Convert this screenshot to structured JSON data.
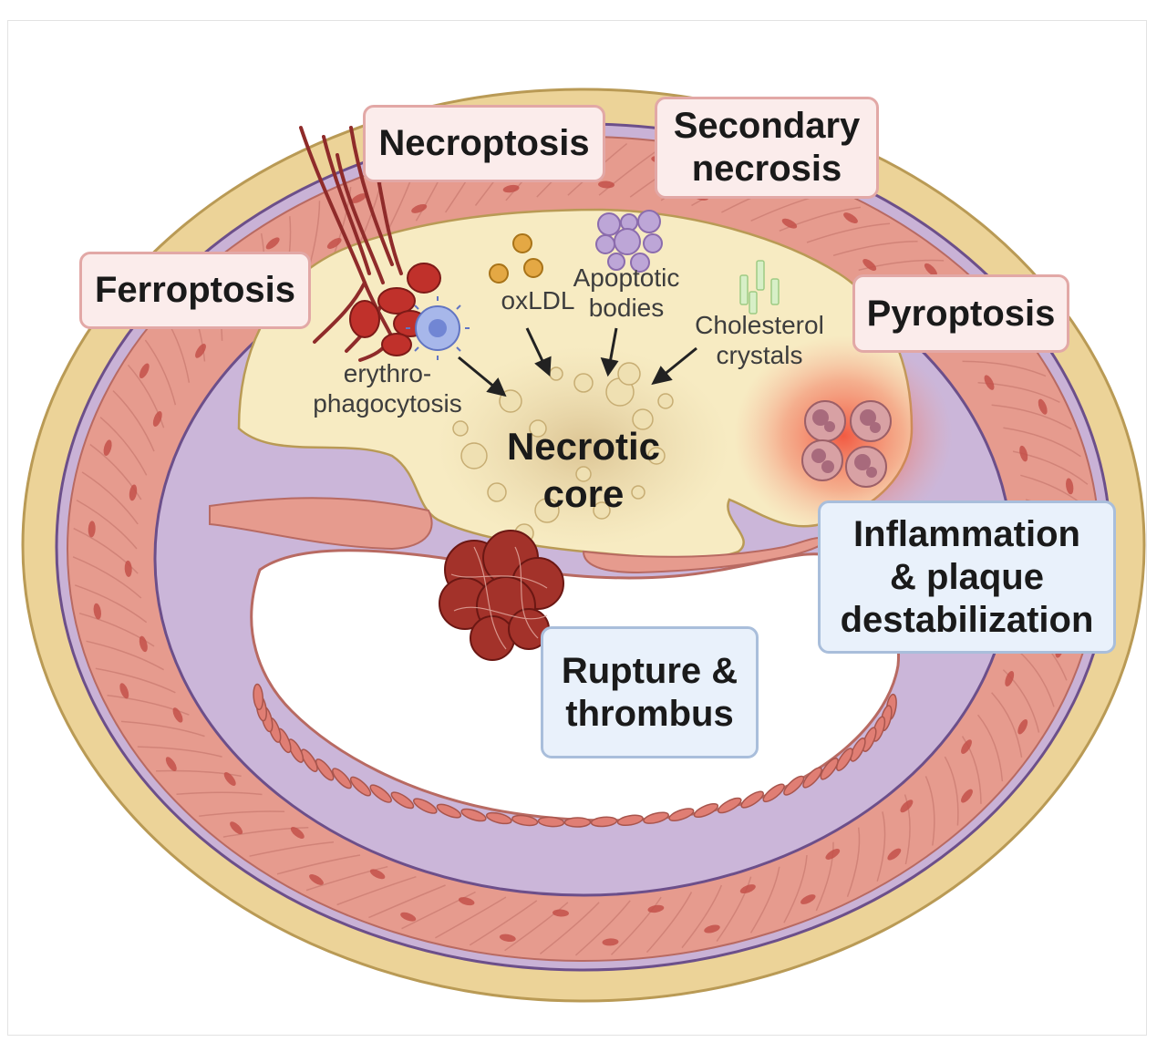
{
  "labels": {
    "necroptosis": "Necroptosis",
    "secondary_necrosis_1": "Secondary",
    "secondary_necrosis_2": "necrosis",
    "ferroptosis": "Ferroptosis",
    "pyroptosis": "Pyroptosis",
    "inflammation_1": "Inflammation",
    "inflammation_2": "& plaque",
    "inflammation_3": "destabilization",
    "rupture_1": "Rupture &",
    "rupture_2": "thrombus"
  },
  "annotations": {
    "oxldl": "oxLDL",
    "apoptotic_1": "Apoptotic",
    "apoptotic_2": "bodies",
    "cholesterol_1": "Cholesterol",
    "cholesterol_2": "crystals",
    "erythro_1": "erythro-",
    "erythro_2": "phagocytosis"
  },
  "core": {
    "line1": "Necrotic",
    "line2": "core"
  },
  "colors": {
    "adventitia": "#ecd398",
    "adventitia_edge": "#b99a55",
    "media": "#e69b8e",
    "intima": "#c9b2d6",
    "plaque": "#f7ebc2",
    "lumen": "#ffffff",
    "thrombus": "#a3322a",
    "inflammation_glow": "#f25a45"
  }
}
